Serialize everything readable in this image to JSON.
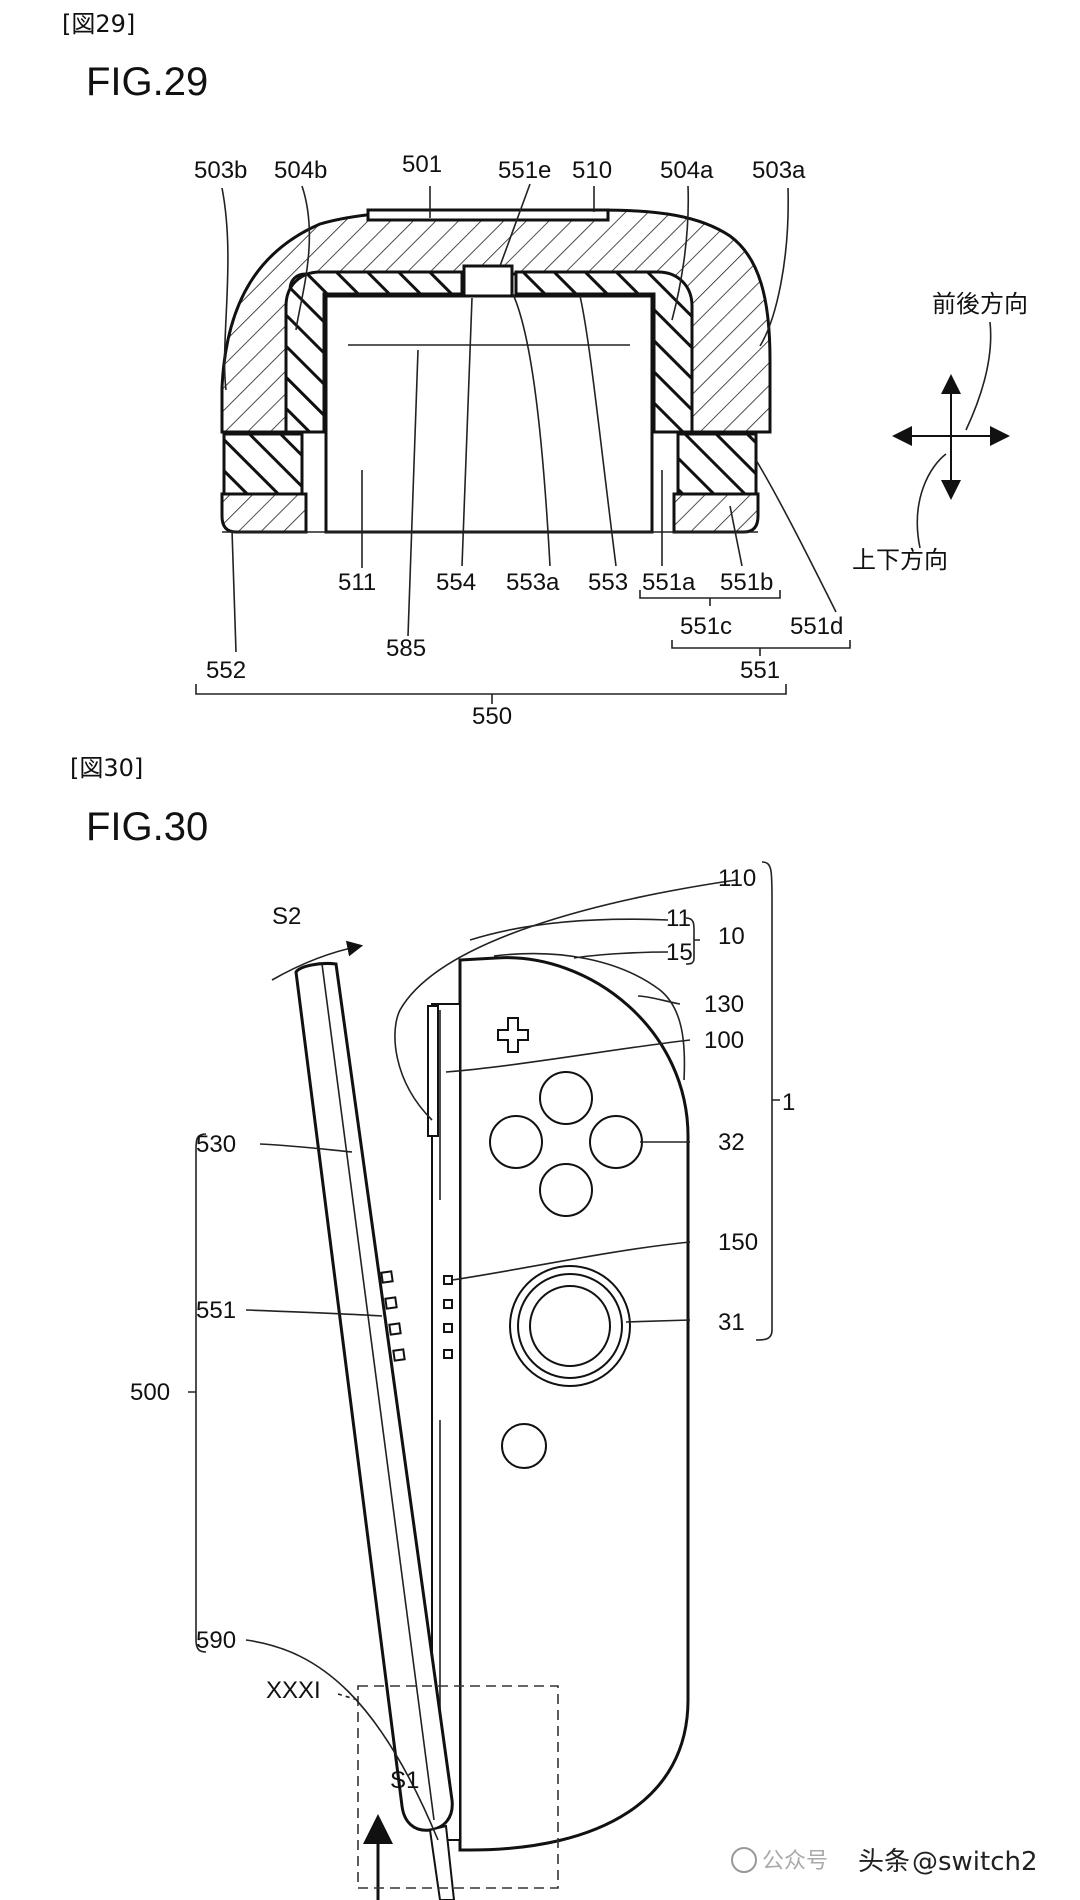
{
  "fig29": {
    "section": "[図29]",
    "title": "FIG.29",
    "labels": {
      "l503b": "503b",
      "l504b": "504b",
      "l501": "501",
      "l551e": "551e",
      "l510": "510",
      "l504a": "504a",
      "l503a": "503a",
      "l511": "511",
      "l554": "554",
      "l553a": "553a",
      "l553": "553",
      "l551a": "551a",
      "l551b": "551b",
      "l551c": "551c",
      "l551d": "551d",
      "l552": "552",
      "l585": "585",
      "l551": "551",
      "l550": "550"
    },
    "dir_front_back": "前後方向",
    "dir_up_down": "上下方向"
  },
  "fig30": {
    "section": "[図30]",
    "title": "FIG.30",
    "labels": {
      "l110": "110",
      "l11": "11",
      "l10": "10",
      "l15": "15",
      "l130": "130",
      "l100": "100",
      "l1": "1",
      "l32": "32",
      "l150": "150",
      "l31": "31",
      "l530": "530",
      "l551": "551",
      "l500": "500",
      "l590": "590",
      "lS1": "S1",
      "lS2": "S2",
      "lXXXI": "XXXI"
    }
  },
  "watermark": {
    "wechat": "公众号",
    "toutiao": "头条",
    "handle": "@switch2"
  }
}
